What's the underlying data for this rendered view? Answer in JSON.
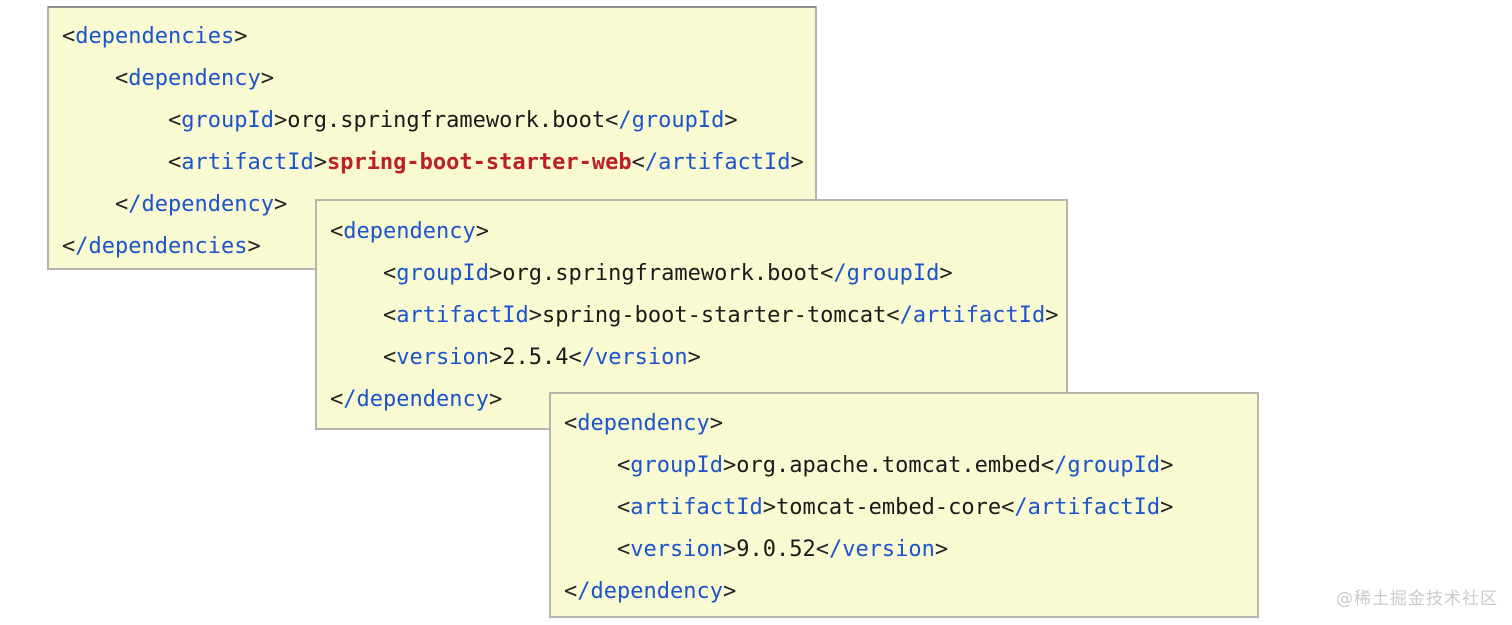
{
  "watermark": {
    "text": "@稀土掘金技术社区"
  },
  "colors": {
    "box_bg": "#fafad2",
    "box_border": "#b5b5ad",
    "bracket": "#222222",
    "tag": "#1b54cb",
    "text": "#1a1a1a",
    "highlight": "#bb2025",
    "watermark": "#cbcbcb"
  },
  "boxes": [
    {
      "label": "spring-boot-starter-web dependencies block",
      "lines": [
        {
          "indent": 0,
          "tokens": [
            [
              "br",
              "<"
            ],
            [
              "tag",
              "dependencies"
            ],
            [
              "br",
              ">"
            ]
          ]
        },
        {
          "indent": 1,
          "tokens": [
            [
              "br",
              "<"
            ],
            [
              "tag",
              "dependency"
            ],
            [
              "br",
              ">"
            ]
          ]
        },
        {
          "indent": 2,
          "tokens": [
            [
              "br",
              "<"
            ],
            [
              "tag",
              "groupId"
            ],
            [
              "br",
              ">"
            ],
            [
              "tx",
              "org.springframework.boot"
            ],
            [
              "br",
              "<"
            ],
            [
              "tag",
              "/groupId"
            ],
            [
              "br",
              ">"
            ]
          ]
        },
        {
          "indent": 2,
          "tokens": [
            [
              "br",
              "<"
            ],
            [
              "tag",
              "artifactId"
            ],
            [
              "br",
              ">"
            ],
            [
              "hl",
              "spring-boot-starter-web"
            ],
            [
              "br",
              "<"
            ],
            [
              "tag",
              "/artifactId"
            ],
            [
              "br",
              ">"
            ]
          ]
        },
        {
          "indent": 1,
          "tokens": [
            [
              "br",
              "<"
            ],
            [
              "tag",
              "/dependency"
            ],
            [
              "br",
              ">"
            ]
          ]
        },
        {
          "indent": 0,
          "tokens": [
            [
              "br",
              "<"
            ],
            [
              "tag",
              "/dependencies"
            ],
            [
              "br",
              ">"
            ]
          ]
        }
      ]
    },
    {
      "label": "spring-boot-starter-tomcat dependency block",
      "lines": [
        {
          "indent": 0,
          "tokens": [
            [
              "br",
              "<"
            ],
            [
              "tag",
              "dependency"
            ],
            [
              "br",
              ">"
            ]
          ]
        },
        {
          "indent": 1,
          "tokens": [
            [
              "br",
              "<"
            ],
            [
              "tag",
              "groupId"
            ],
            [
              "br",
              ">"
            ],
            [
              "tx",
              "org.springframework.boot"
            ],
            [
              "br",
              "<"
            ],
            [
              "tag",
              "/groupId"
            ],
            [
              "br",
              ">"
            ]
          ]
        },
        {
          "indent": 1,
          "tokens": [
            [
              "br",
              "<"
            ],
            [
              "tag",
              "artifactId"
            ],
            [
              "br",
              ">"
            ],
            [
              "tx",
              "spring-boot-starter-tomcat"
            ],
            [
              "br",
              "<"
            ],
            [
              "tag",
              "/artifactId"
            ],
            [
              "br",
              ">"
            ]
          ]
        },
        {
          "indent": 1,
          "tokens": [
            [
              "br",
              "<"
            ],
            [
              "tag",
              "version"
            ],
            [
              "br",
              ">"
            ],
            [
              "tx",
              "2.5.4"
            ],
            [
              "br",
              "<"
            ],
            [
              "tag",
              "/version"
            ],
            [
              "br",
              ">"
            ]
          ]
        },
        {
          "indent": 0,
          "tokens": [
            [
              "br",
              "<"
            ],
            [
              "tag",
              "/dependency"
            ],
            [
              "br",
              ">"
            ]
          ]
        }
      ]
    },
    {
      "label": "tomcat-embed-core dependency block",
      "lines": [
        {
          "indent": 0,
          "tokens": [
            [
              "br",
              "<"
            ],
            [
              "tag",
              "dependency"
            ],
            [
              "br",
              ">"
            ]
          ]
        },
        {
          "indent": 1,
          "tokens": [
            [
              "br",
              "<"
            ],
            [
              "tag",
              "groupId"
            ],
            [
              "br",
              ">"
            ],
            [
              "tx",
              "org.apache.tomcat.embed"
            ],
            [
              "br",
              "<"
            ],
            [
              "tag",
              "/groupId"
            ],
            [
              "br",
              ">"
            ]
          ]
        },
        {
          "indent": 1,
          "tokens": [
            [
              "br",
              "<"
            ],
            [
              "tag",
              "artifactId"
            ],
            [
              "br",
              ">"
            ],
            [
              "tx",
              "tomcat-embed-core"
            ],
            [
              "br",
              "<"
            ],
            [
              "tag",
              "/artifactId"
            ],
            [
              "br",
              ">"
            ]
          ]
        },
        {
          "indent": 1,
          "tokens": [
            [
              "br",
              "<"
            ],
            [
              "tag",
              "version"
            ],
            [
              "br",
              ">"
            ],
            [
              "tx",
              "9.0.52"
            ],
            [
              "br",
              "<"
            ],
            [
              "tag",
              "/version"
            ],
            [
              "br",
              ">"
            ]
          ]
        },
        {
          "indent": 0,
          "tokens": [
            [
              "br",
              "<"
            ],
            [
              "tag",
              "/dependency"
            ],
            [
              "br",
              ">"
            ]
          ]
        }
      ]
    }
  ]
}
